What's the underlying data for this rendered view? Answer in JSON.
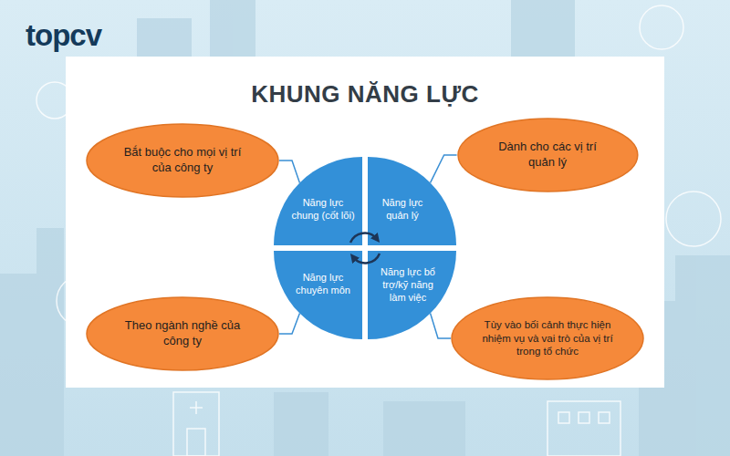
{
  "diagram": {
    "title": "KHUNG NĂNG LỰC",
    "nodes": [
      {
        "text": [
          "Bắt buộc cho mọi vị trí của công ty"
        ]
      },
      {
        "text": [
          "Năng lực chung (cốt lõi)"
        ]
      },
      {
        "text": [
          "Năng lực quản lý"
        ]
      },
      {
        "text": [
          "Dành cho các vị trí quản lý"
        ]
      },
      {
        "text": [
          "Năng lực chuyên môn"
        ]
      },
      {
        "text": [
          "Năng lực bổ trợ/kỹ năng làm việc"
        ]
      },
      {
        "text": [
          "Theo ngành nghề của công ty"
        ]
      },
      {
        "text": [
          "Tùy vào bối cảnh thực hiện nhiệm vụ và vai trò của vị trí trong tổ chức"
        ]
      }
    ],
    "edges": [
      {
        "from": 0,
        "to": 1,
        "arrow": "none"
      },
      {
        "from": 3,
        "to": 2,
        "arrow": "none"
      },
      {
        "from": 6,
        "to": 4,
        "arrow": "none"
      },
      {
        "from": 7,
        "to": 5,
        "arrow": "none"
      }
    ],
    "labels": [
      "topcv"
    ]
  }
}
